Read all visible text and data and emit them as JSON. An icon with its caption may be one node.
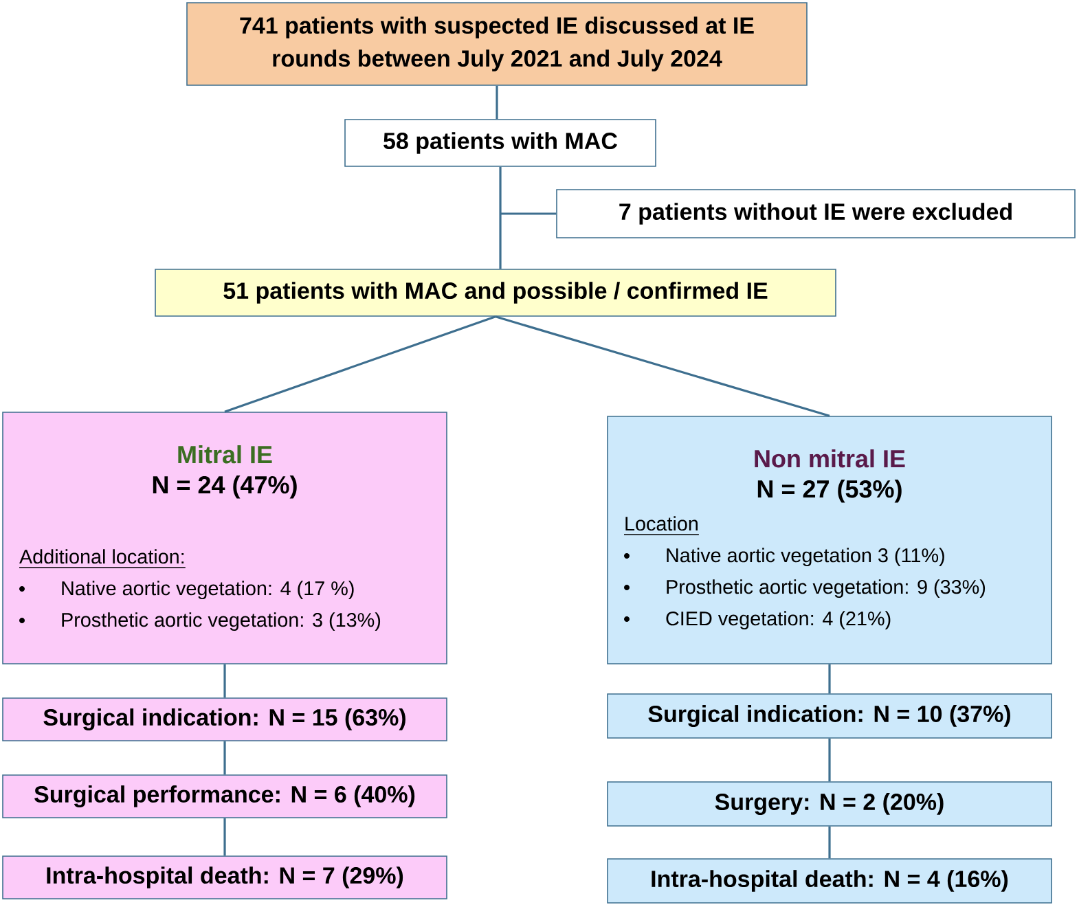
{
  "diagram": {
    "nodes": [
      {
        "text": [
          "741 patients with suspected IE discussed at IE rounds between July 2021 and July 2024"
        ]
      },
      {
        "text": [
          "58 patients with MAC"
        ]
      },
      {
        "text": [
          "7 patients without IE were excluded"
        ]
      },
      {
        "text": [
          "51 patients with MAC and possible / confirmed IE"
        ]
      },
      {
        "text": [
          "Mitral IE",
          "N = 24 (47%)",
          "Additional location:",
          "Native aortic vegetation: 4 (17 %)",
          "Prosthetic aortic vegetation: 3 (13%)"
        ]
      },
      {
        "text": [
          "Non mitral IE",
          "N = 27 (53%)",
          "Location",
          "Native aortic vegetation 3 (11%)",
          "Prosthetic aortic vegetation: 9 (33%)",
          "CIED vegetation: 4 (21%)"
        ]
      },
      {
        "text": [
          "Surgical indication: N = 15 (63%)"
        ]
      },
      {
        "text": [
          "Surgical performance: N = 6 (40%)"
        ]
      },
      {
        "text": [
          "Intra-hospital death: N = 7 (29%)"
        ]
      },
      {
        "text": [
          "Surgical indication: N = 10 (37%)"
        ]
      },
      {
        "text": [
          "Surgery: N = 2 (20%)"
        ]
      },
      {
        "text": [
          "Intra-hospital death: N = 4 (16%)"
        ]
      }
    ],
    "edges": [
      {
        "from": 0,
        "to": 1,
        "arrow": "none"
      },
      {
        "from": 1,
        "to": 3,
        "arrow": "none"
      },
      {
        "from": 1,
        "to": 2,
        "arrow": "none"
      },
      {
        "from": 3,
        "to": 4,
        "arrow": "none"
      },
      {
        "from": 3,
        "to": 5,
        "arrow": "none"
      },
      {
        "from": 4,
        "to": 6,
        "arrow": "none"
      },
      {
        "from": 6,
        "to": 7,
        "arrow": "none"
      },
      {
        "from": 7,
        "to": 8,
        "arrow": "none"
      },
      {
        "from": 5,
        "to": 9,
        "arrow": "none"
      },
      {
        "from": 9,
        "to": 10,
        "arrow": "none"
      },
      {
        "from": 10,
        "to": 11,
        "arrow": "none"
      }
    ]
  }
}
